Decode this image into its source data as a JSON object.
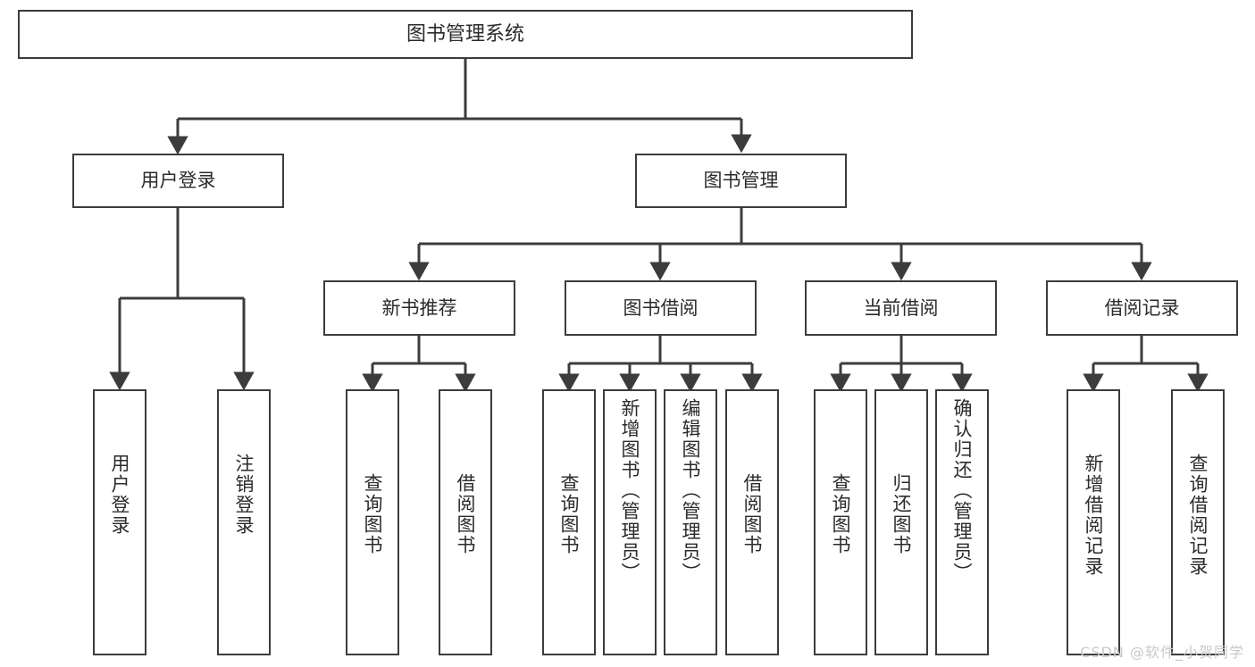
{
  "diagram": {
    "title": "图书管理系统",
    "stroke_color": "#3c3c3c",
    "fill_color": "#ffffff",
    "text_color": "#2b2b2b",
    "watermark": "CSDN @软件_小贺同学",
    "nodes": {
      "root": {
        "label": "图书管理系统"
      },
      "level2": [
        {
          "id": "user-login",
          "label": "用户登录"
        },
        {
          "id": "book-manage",
          "label": "图书管理"
        }
      ],
      "level3": [
        {
          "id": "new-book-recommend",
          "label": "新书推荐"
        },
        {
          "id": "book-borrow",
          "label": "图书借阅"
        },
        {
          "id": "current-borrow",
          "label": "当前借阅"
        },
        {
          "id": "borrow-record",
          "label": "借阅记录"
        }
      ],
      "leaves": {
        "user_login": [
          {
            "id": "leaf-user-login",
            "label": "用户登录"
          },
          {
            "id": "leaf-logout",
            "label": "注销登录"
          }
        ],
        "new_book_recommend": [
          {
            "id": "leaf-query-book-1",
            "label": "查询图书"
          },
          {
            "id": "leaf-borrow-book-1",
            "label": "借阅图书"
          }
        ],
        "book_borrow": [
          {
            "id": "leaf-query-book-2",
            "label": "查询图书"
          },
          {
            "id": "leaf-add-book",
            "label": "新增图书（管理员）"
          },
          {
            "id": "leaf-edit-book",
            "label": "编辑图书（管理员）"
          },
          {
            "id": "leaf-borrow-book-2",
            "label": "借阅图书"
          }
        ],
        "current_borrow": [
          {
            "id": "leaf-query-book-3",
            "label": "查询图书"
          },
          {
            "id": "leaf-return-book",
            "label": "归还图书"
          },
          {
            "id": "leaf-confirm-return",
            "label": "确认归还（管理员）"
          }
        ],
        "borrow_record": [
          {
            "id": "leaf-add-record",
            "label": "新增借阅记录"
          },
          {
            "id": "leaf-query-record",
            "label": "查询借阅记录"
          }
        ]
      }
    }
  }
}
